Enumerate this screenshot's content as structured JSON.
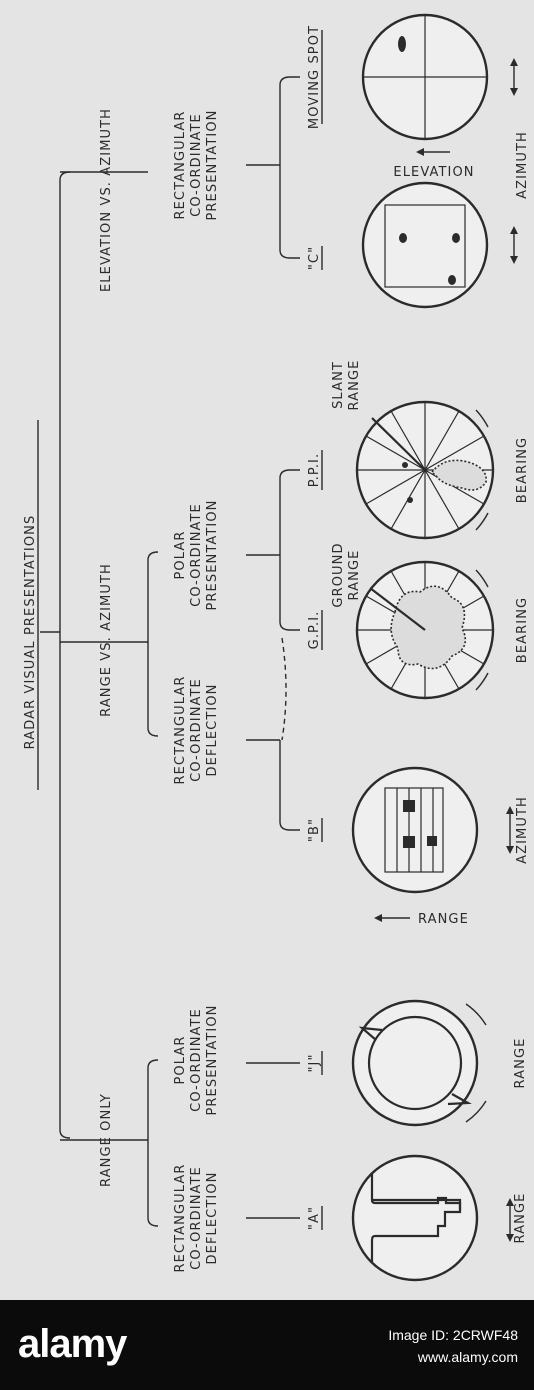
{
  "title": "RADAR VISUAL PRESENTATIONS",
  "groups": {
    "range_only": "RANGE ONLY",
    "range_vs_azimuth": "RANGE VS. AZIMUTH",
    "elevation_vs_azimuth": "ELEVATION VS. AZIMUTH"
  },
  "subgroups": {
    "rect_a": [
      "RECTANGULAR",
      "CO-ORDINATE",
      "DEFLECTION"
    ],
    "polar_j": [
      "POLAR",
      "CO-ORDINATE",
      "PRESENTATION"
    ],
    "rect_b": [
      "RECTANGULAR",
      "CO-ORDINATE",
      "DEFLECTION"
    ],
    "polar_ppi": [
      "POLAR",
      "CO-ORDINATE",
      "PRESENTATION"
    ],
    "rect_c": [
      "RECTANGULAR",
      "CO-ORDINATE",
      "PRESENTATION"
    ]
  },
  "scopes": {
    "a": "\"A\"",
    "j": "\"J\"",
    "b": "\"B\"",
    "gpi": "G.P.I.",
    "ppi": "P.P.I.",
    "c": "\"C\"",
    "moving_spot": "MOVING SPOT"
  },
  "annotations": {
    "ground_range": [
      "GROUND",
      "RANGE"
    ],
    "slant_range": [
      "SLANT",
      "RANGE"
    ]
  },
  "axis_labels": {
    "a": "RANGE",
    "j": "RANGE",
    "b_side": "RANGE",
    "b_bottom": "AZIMUTH",
    "gpi": "BEARING",
    "ppi": "BEARING",
    "c_side": "ELEVATION",
    "c_bottom": "AZIMUTH"
  },
  "footer": {
    "logo": "alamy",
    "image_id": "Image ID: 2CRWF48",
    "site": "www.alamy.com"
  }
}
